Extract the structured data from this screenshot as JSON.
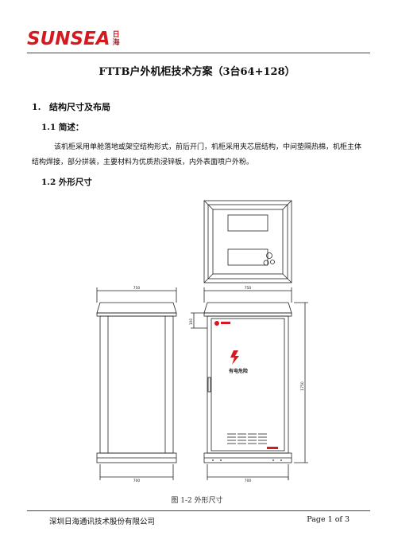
{
  "header": {
    "logo_text": "SUNSEA",
    "logo_cn": "日海"
  },
  "document": {
    "title": "FTTB户外机柜技术方案（3台64+128）",
    "section1": {
      "num": "1.",
      "title": "结构尺寸及布局"
    },
    "section1_1": {
      "title": "1.1 简述："
    },
    "paragraph": "该机柜采用单舱落地或架空结构形式，前后开门，机柜采用夹芯层结构，中间垫隔热棉，机柜主体结构焊接，部分拼装，主要材料为优质热浸锌板，内外表面喷户外粉。",
    "section1_2": {
      "title": "1.2 外形尺寸"
    }
  },
  "figure": {
    "dim_top_left": "750",
    "dim_top_right": "750",
    "dim_bottom_left": "700",
    "dim_bottom_right": "700",
    "dim_roof_height": "100",
    "dim_height": "1750",
    "door_label": "有电危险",
    "caption": "图 1-2  外形尺寸",
    "colors": {
      "warning": "#d7191f",
      "line": "#222222"
    }
  },
  "footer": {
    "company": "深圳日海通讯技术股份有限公司",
    "page": "Page 1 of 3"
  }
}
